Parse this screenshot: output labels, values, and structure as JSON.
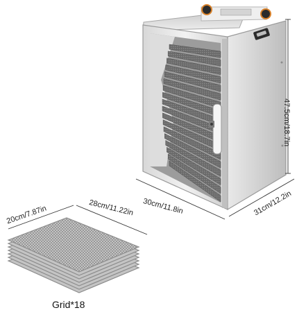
{
  "dimensions": {
    "height": "47.5cm/18.7in",
    "depth": "31cm/12.2in",
    "width": "30cm/11.8in",
    "tray_width": "28cm/11.22in",
    "tray_depth": "20cm/7.87in"
  },
  "tray_label": "Grid*18",
  "tray_count": 18,
  "colors": {
    "steel_light": "#e6e6e6",
    "steel_mid": "#c9c9c9",
    "steel_dark": "#9a9a9a",
    "mesh": "#5a5a5a",
    "knob": "#2b2b2b",
    "knob_accent": "#d9822b",
    "line": "#333333"
  }
}
